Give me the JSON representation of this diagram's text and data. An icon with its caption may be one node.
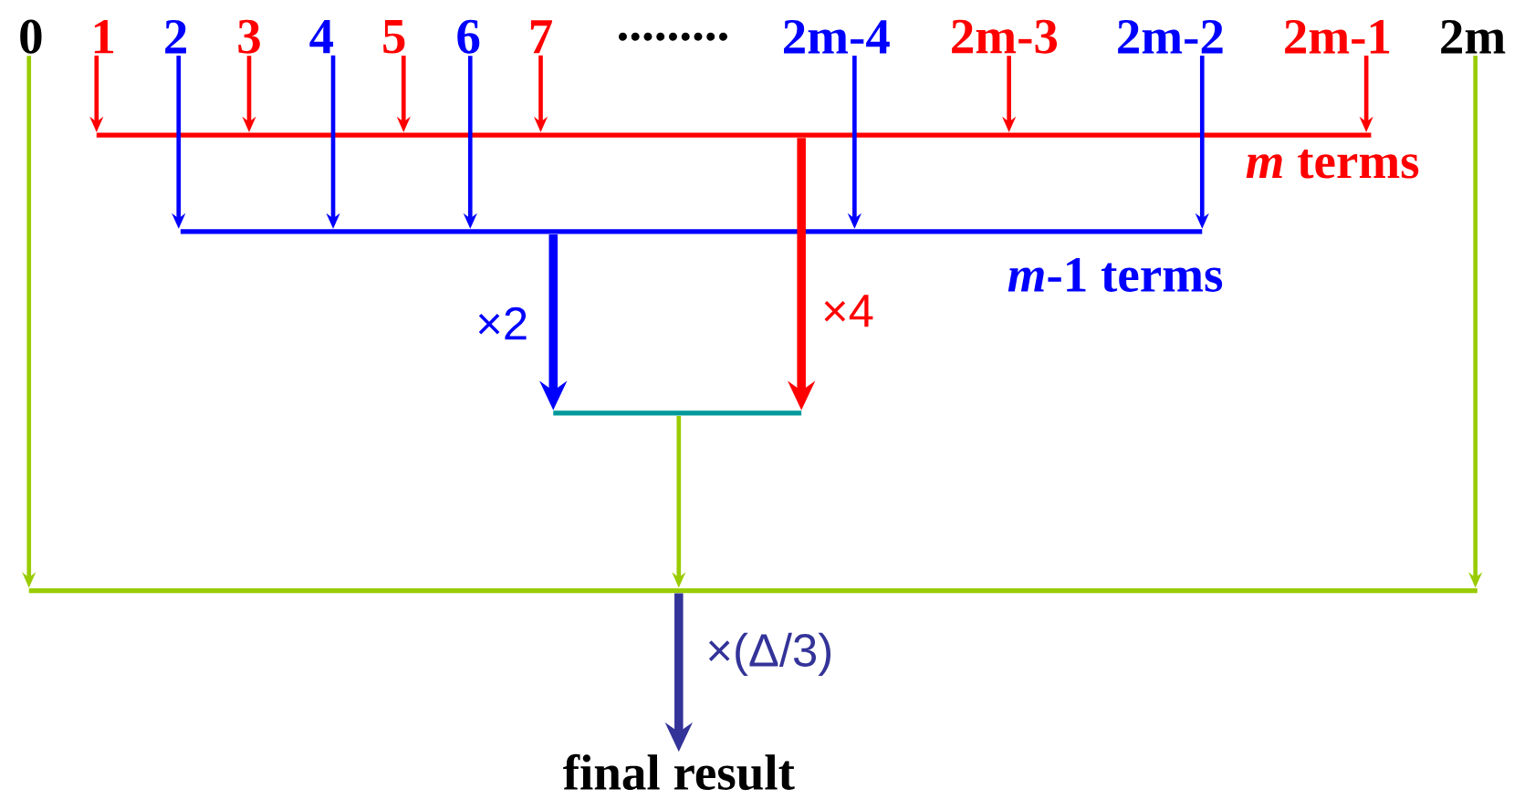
{
  "diagram": {
    "nodes": [
      {
        "text": [
          "0"
        ]
      },
      {
        "text": [
          "1"
        ]
      },
      {
        "text": [
          "2"
        ]
      },
      {
        "text": [
          "3"
        ]
      },
      {
        "text": [
          "4"
        ]
      },
      {
        "text": [
          "5"
        ]
      },
      {
        "text": [
          "6"
        ]
      },
      {
        "text": [
          "7"
        ]
      },
      {
        "text": [
          "2m-4"
        ]
      },
      {
        "text": [
          "2m-3"
        ]
      },
      {
        "text": [
          "2m-2"
        ]
      },
      {
        "text": [
          "2m-1"
        ]
      },
      {
        "text": [
          "2m"
        ]
      },
      {
        "text": [],
        "shape": "bar"
      },
      {
        "text": [],
        "shape": "bar"
      },
      {
        "text": [],
        "shape": "bar"
      },
      {
        "text": [],
        "shape": "bar"
      },
      {
        "text": [
          "final result"
        ]
      }
    ],
    "edges": [
      {
        "from": 1,
        "to": 13,
        "arrow": "to",
        "color": "#ff0000"
      },
      {
        "from": 3,
        "to": 13,
        "arrow": "to",
        "color": "#ff0000"
      },
      {
        "from": 5,
        "to": 13,
        "arrow": "to",
        "color": "#ff0000"
      },
      {
        "from": 7,
        "to": 13,
        "arrow": "to",
        "color": "#ff0000"
      },
      {
        "from": 9,
        "to": 13,
        "arrow": "to",
        "color": "#ff0000"
      },
      {
        "from": 11,
        "to": 13,
        "arrow": "to",
        "color": "#ff0000"
      },
      {
        "from": 2,
        "to": 14,
        "arrow": "to",
        "color": "#0000ff"
      },
      {
        "from": 4,
        "to": 14,
        "arrow": "to",
        "color": "#0000ff"
      },
      {
        "from": 6,
        "to": 14,
        "arrow": "to",
        "color": "#0000ff"
      },
      {
        "from": 8,
        "to": 14,
        "arrow": "to",
        "color": "#0000ff"
      },
      {
        "from": 10,
        "to": 14,
        "arrow": "to",
        "color": "#0000ff"
      },
      {
        "from": 13,
        "to": 15,
        "arrow": "to",
        "label": "×4",
        "style": "thick",
        "color": "#ff0000"
      },
      {
        "from": 14,
        "to": 15,
        "arrow": "to",
        "label": "×2",
        "style": "thick",
        "color": "#0000ff"
      },
      {
        "from": 15,
        "to": 16,
        "arrow": "to",
        "color": "#99cc00"
      },
      {
        "from": 0,
        "to": 16,
        "arrow": "to",
        "color": "#99cc00"
      },
      {
        "from": 12,
        "to": 16,
        "arrow": "to",
        "color": "#99cc00"
      },
      {
        "from": 16,
        "to": 17,
        "arrow": "to",
        "label": "×(Δ/3)",
        "style": "thick",
        "color": "#333399"
      }
    ],
    "labels": [
      ".........",
      "*m* terms",
      "*m*-1 terms"
    ]
  }
}
